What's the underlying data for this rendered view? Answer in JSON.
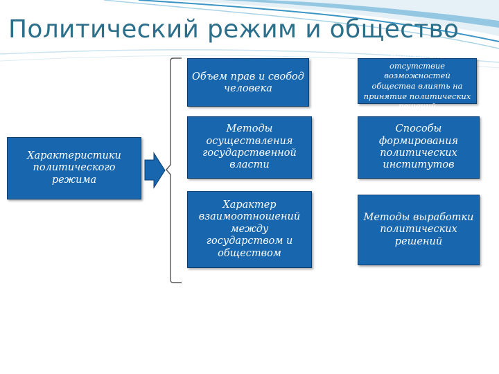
{
  "slide": {
    "title": "Политический режим и общество"
  },
  "diagram": {
    "main": "Характеристики политического режима",
    "items": [
      "Объем прав и свобод человека",
      "Методы осуществления государственной власти",
      "Характер взаимоотношений между государством и обществом",
      "Наличие или отсутствие возможностей общества влиять на принятие политических решений",
      "Способы формирования политических институтов",
      "Методы выработки политических решений"
    ]
  },
  "colors": {
    "box_fill": "#1866ae",
    "box_border": "#0c3e72",
    "title": "#2b6f8a",
    "swoosh": "#3b95c4"
  }
}
